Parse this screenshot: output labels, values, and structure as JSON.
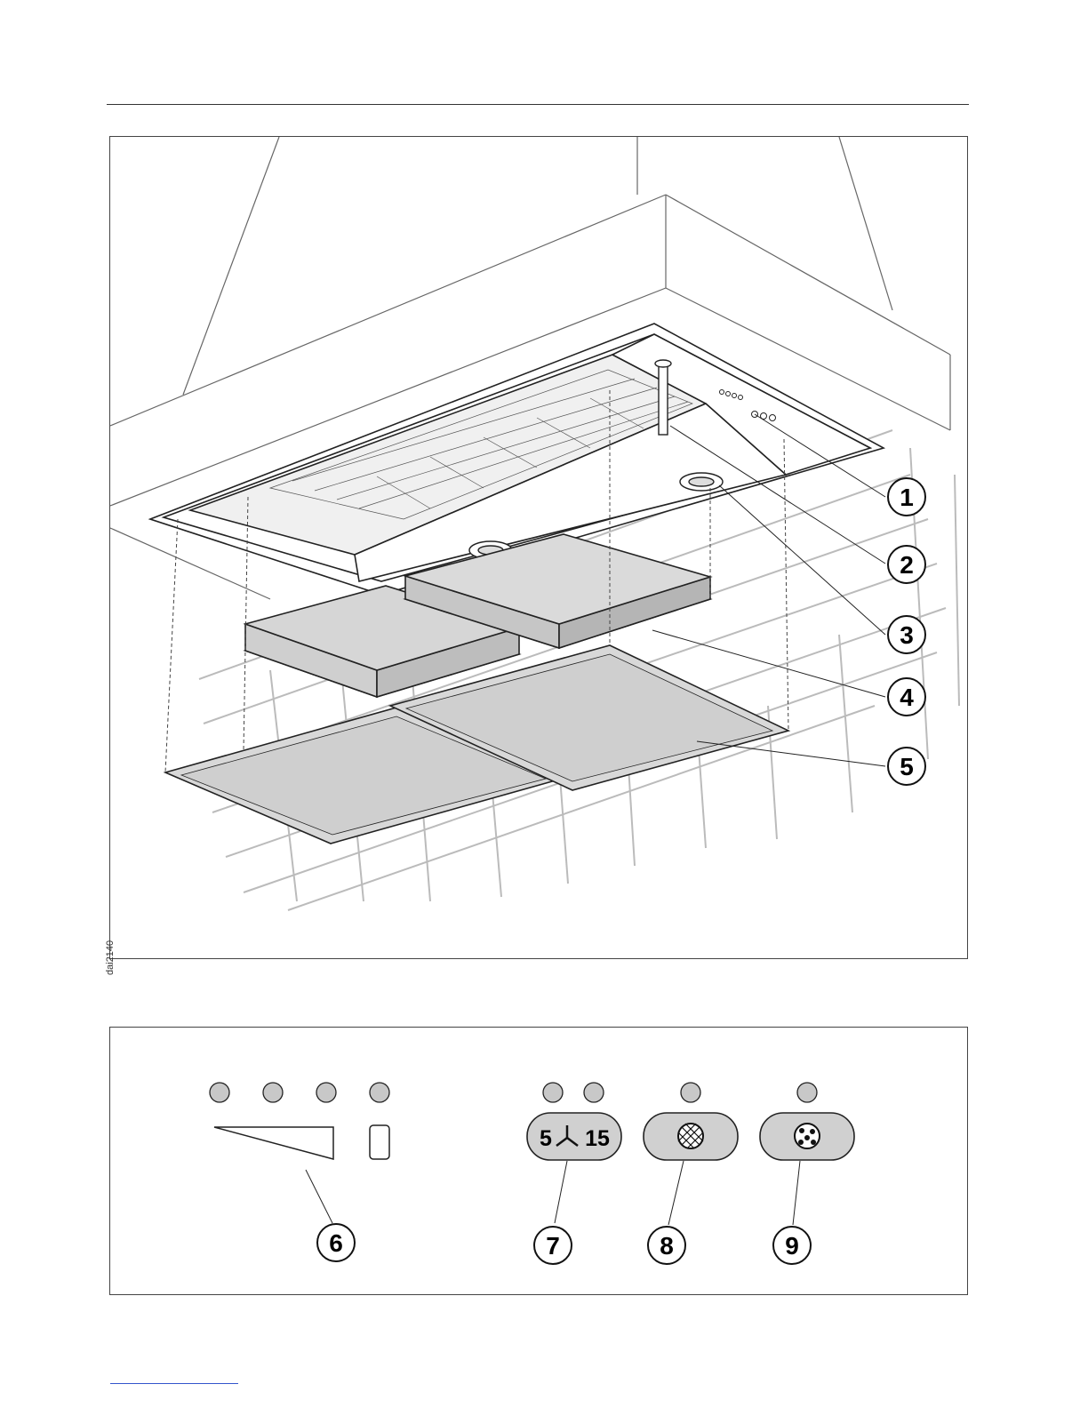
{
  "figure_ref": "dai2140",
  "hood_callouts": [
    "1",
    "2",
    "3",
    "4",
    "5"
  ],
  "panel_callouts": [
    "6",
    "7",
    "8",
    "9"
  ],
  "panel_button_7": {
    "left_text": "5",
    "right_text": "15"
  },
  "colors": {
    "line": "#222222",
    "filter_fill": "#d8d8d8",
    "led_fill": "#c8c8c8",
    "button_fill": "#d0d0d0"
  }
}
